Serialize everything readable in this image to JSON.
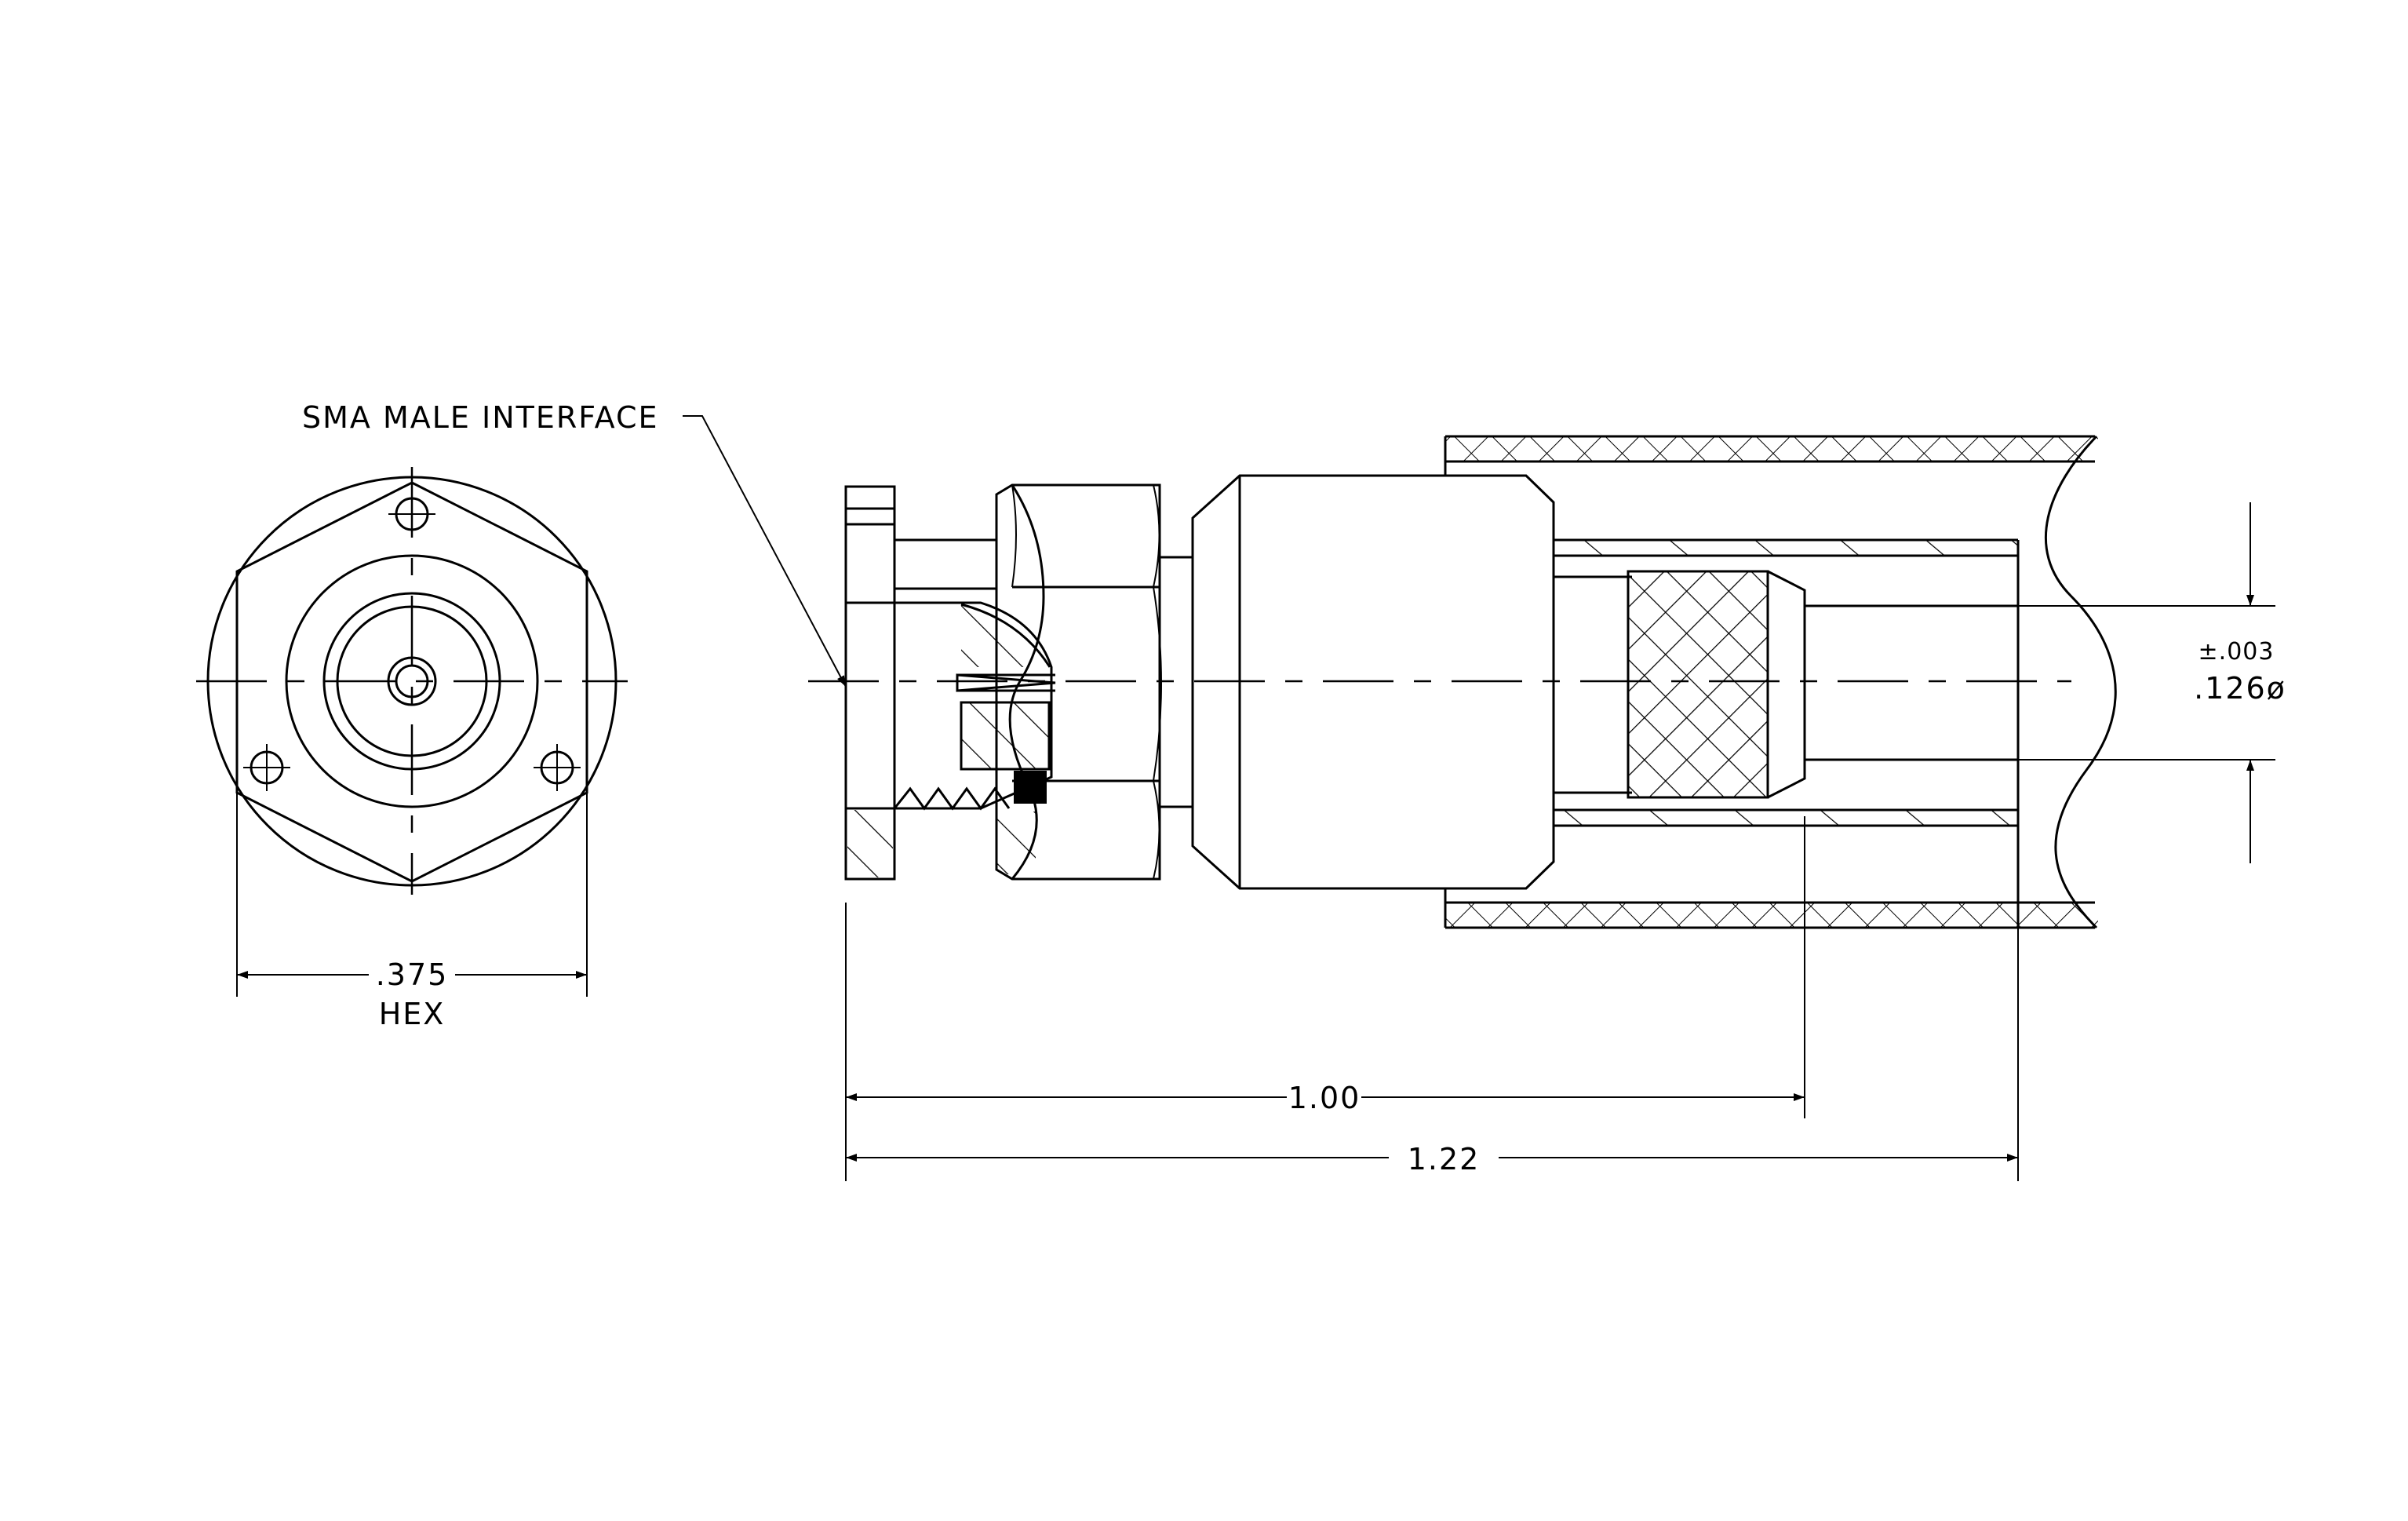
{
  "drawing": {
    "callout_label": "SMA MALE INTERFACE",
    "dims": {
      "hex_value": ".375",
      "hex_label": "HEX",
      "len_short": "1.00",
      "len_long": "1.22",
      "tolerance": "±.003",
      "diameter": ".126ø"
    }
  }
}
